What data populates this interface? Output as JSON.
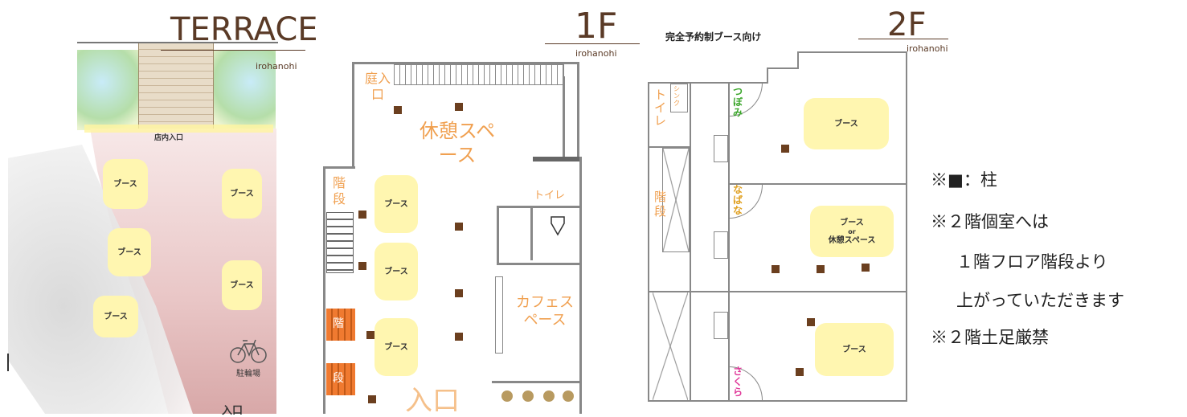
{
  "terrace": {
    "title": "TERRACE",
    "brand": "irohanohi",
    "store_entrance": "店内入口",
    "booths": [
      "ブース",
      "ブース",
      "ブース",
      "ブース",
      "ブース"
    ],
    "bicycle_parking": "駐輪場",
    "entrance": "入口"
  },
  "floor1": {
    "title": "1F",
    "brand": "irohanohi",
    "garden_entrance": "庭入口",
    "rest_space": "休憩スペース",
    "stairs": "階段",
    "toilet": "トイレ",
    "cafe_space": "カフェスペース",
    "booths": [
      "ブース",
      "ブース",
      "ブース"
    ],
    "entrance": "入口",
    "stair_labels": [
      "階",
      "段"
    ]
  },
  "floor2": {
    "note_top": "完全予約制ブース向け",
    "title": "2F",
    "brand": "irohanohi",
    "toilet": "トイレ",
    "sink": "シンク",
    "stairs": "階段",
    "rooms": [
      "つぼみ",
      "なばな",
      "さくら"
    ],
    "booth_a": "ブース",
    "booth_b_line1": "ブース",
    "booth_b_line2": "or",
    "booth_b_line3": "休憩スペース",
    "booth_c": "ブース"
  },
  "notes": [
    "※■：柱",
    "※２階個室へは",
    "１階フロア階段より",
    "上がっていただきます",
    "※２階土足厳禁"
  ],
  "colors": {
    "booth": "#fff6b0",
    "pillar": "#6b3f1f",
    "label_orange": "#f0a050",
    "title_brown": "#5a3a26",
    "room_green": "#3aa52a",
    "room_orange": "#e0a020",
    "room_pink": "#e03a9a"
  }
}
